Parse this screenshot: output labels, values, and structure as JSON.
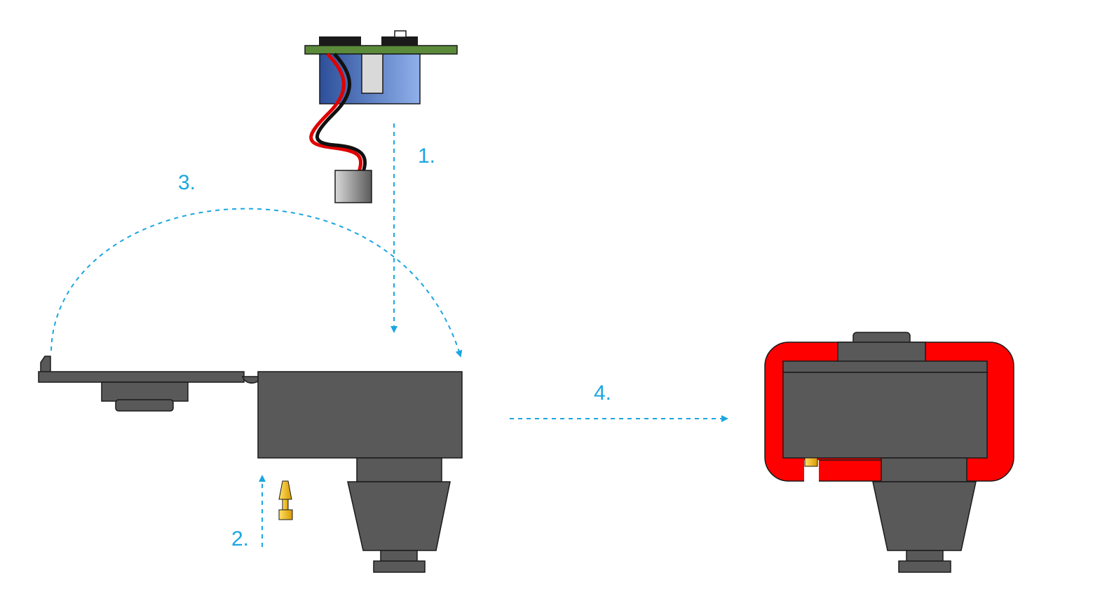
{
  "steps": [
    {
      "label": "1."
    },
    {
      "label": "2."
    },
    {
      "label": "3."
    },
    {
      "label": "4."
    }
  ],
  "colors": {
    "arrow": "#1aa6e0",
    "body_gray": "#595959",
    "outline": "#1a1a1a",
    "sleeve_red": "#ff0000",
    "pcb_green": "#5b8a3a",
    "sensor_blue": "#4a78c8",
    "connector_gray": "#9a9a9a",
    "pin_gold": "#f2b800",
    "wire_red": "#e00000",
    "wire_black": "#111111"
  }
}
